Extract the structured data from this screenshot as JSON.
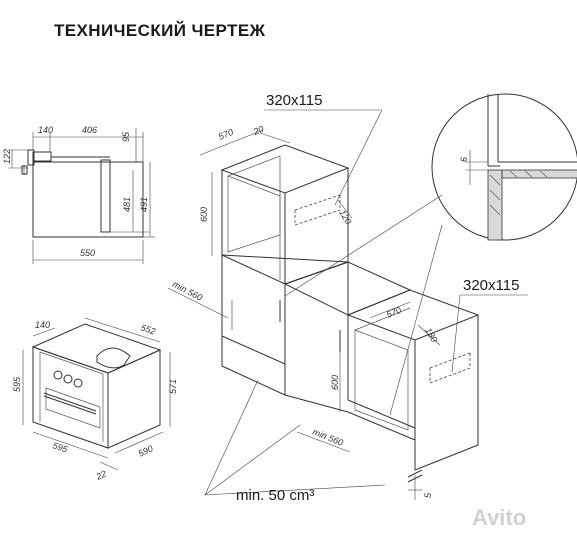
{
  "title": "ТЕХНИЧЕСКИЙ ЧЕРТЕЖ",
  "labels": {
    "vent_top": "320x115",
    "vent_right": "320x115",
    "min_air": "min. 50 cm³"
  },
  "side_view_dims": {
    "d140": "140",
    "d406": "406",
    "d95": "95",
    "d122": "122",
    "d481": "481",
    "d491": "491",
    "d550": "550"
  },
  "oven_iso_dims": {
    "d140": "140",
    "d552": "552",
    "d595h": "595",
    "d571": "571",
    "d595w": "595",
    "d590": "590",
    "d22": "22"
  },
  "tall_cabinet_dims": {
    "d570": "570",
    "d20": "20",
    "d600": "600",
    "d120": "120",
    "min560": "min 560"
  },
  "under_counter_dims": {
    "d570": "570",
    "d180": "180",
    "d600": "600",
    "min560": "min 560",
    "d5": "5"
  },
  "detail_dims": {
    "d6": "6"
  },
  "watermark": "Avito"
}
